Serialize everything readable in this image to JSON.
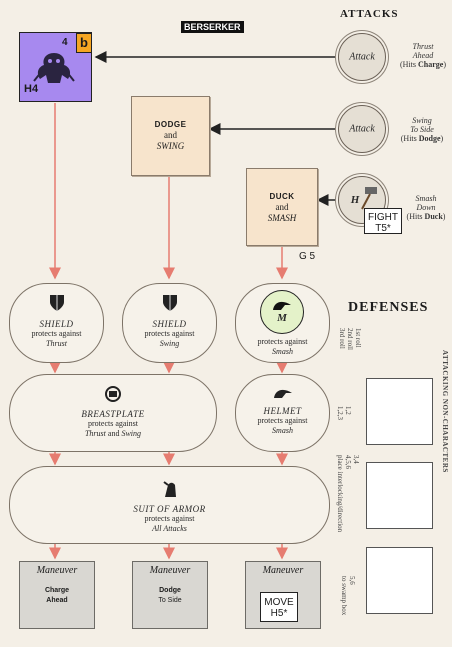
{
  "header": {
    "berserker_label": "BERSERKER",
    "attacks_title": "ATTACKS",
    "defenses_title": "DEFENSES"
  },
  "character_counter": {
    "number": "4",
    "code": "H4",
    "badge_glyph": "b"
  },
  "attacks": [
    {
      "circle": "Attack",
      "line1": "Thrust",
      "line2": "Ahead",
      "line3": "(Hits ",
      "line3b": "Charge",
      "line3c": ")"
    },
    {
      "circle": "Attack",
      "line1": "Swing",
      "line2": "To Side",
      "line3": "(Hits ",
      "line3b": "Dodge",
      "line3c": ")"
    },
    {
      "circle": "H",
      "line1": "Smash",
      "line2": "Down",
      "line3": "(Hits ",
      "line3b": "Duck",
      "line3c": ")"
    }
  ],
  "combos": [
    {
      "l1": "DODGE",
      "l2": "and",
      "l3": "SWING"
    },
    {
      "l1": "DUCK",
      "l2": "and",
      "l3": "SMASH"
    }
  ],
  "fight_counter": {
    "line1": "FIGHT",
    "line2": "T5*"
  },
  "grid_ref": "G 5",
  "defenses": {
    "shield1": {
      "title": "SHIELD",
      "t1": "protects against",
      "t2": "Thrust"
    },
    "shield2": {
      "title": "SHIELD",
      "t1": "protects against",
      "t2": "Swing"
    },
    "helmet_top": {
      "letter": "M",
      "t1": "protects against",
      "t2": "Smash"
    },
    "breastplate": {
      "title": "BREASTPLATE",
      "t1": "protects against",
      "t2a": "Thrust",
      "t2b": " and ",
      "t2c": "Swing"
    },
    "helmet": {
      "title": "HELMET",
      "t1": "protects against",
      "t2": "Smash"
    },
    "armor": {
      "title": "SUIT OF ARMOR",
      "t1": "protects against",
      "t2": "All Attacks"
    }
  },
  "maneuvers": [
    {
      "title": "Maneuver",
      "l1": "Charge",
      "l2": "Ahead"
    },
    {
      "title": "Maneuver",
      "l1": "Dodge",
      "l2": "To Side"
    },
    {
      "title": "Maneuver",
      "l1": "",
      "l2": ""
    }
  ],
  "move_counter": {
    "line1": "MOVE",
    "line2": "H5*"
  },
  "side_text": {
    "vertical_title": "ATTACKING NON-CHARACTERS",
    "r1a": "1st roll",
    "r1b": "2nd roll",
    "r1c": "3rd roll",
    "r2a": "1,2",
    "r2b": "1,2,3",
    "r3a": "3,4",
    "r3b": "4,5,6",
    "r3c": "place interlocking/direction",
    "r4a": "5,6",
    "r4b": "to swamp box"
  },
  "colors": {
    "arrow": "#e67c70",
    "box": "#f7e4cc",
    "counter_purple": "#9f7fe8",
    "badge": "#f5a623"
  }
}
